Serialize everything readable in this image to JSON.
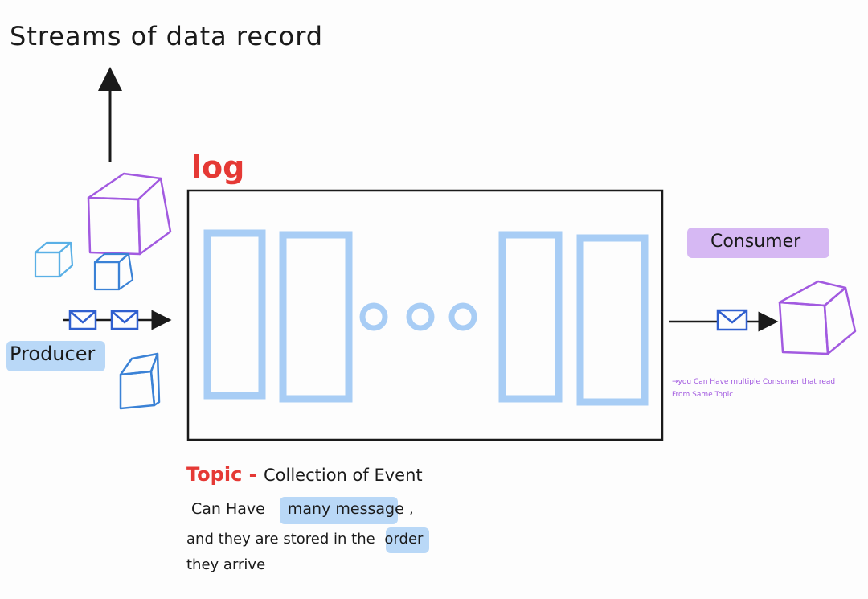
{
  "diagram": {
    "heading": "Streams of data record",
    "log_label": "log",
    "producer_label": "Producer",
    "consumer_label": "Consumer",
    "consumer_note_line1": "→you Can Have multiple Consumer that read",
    "consumer_note_line2": "From Same Topic",
    "topic_term": "Topic",
    "topic_dash": " - ",
    "topic_definition": "Collection of Event",
    "line2_prefix": "Can Have",
    "line2_highlight": "many message",
    "line2_suffix": ",",
    "line3_prefix": "and they are stored in the",
    "line3_highlight": "order",
    "line4": "they arrive",
    "colors": {
      "ink": "#1a1a1a",
      "red": "#e53935",
      "blue": "#3b82d6",
      "light_blue": "#a8cdf5",
      "highlight_blue": "#b9d8f7",
      "purple": "#a25ae0",
      "lavender": "#d6b8f3"
    },
    "icons": [
      "cube-icon",
      "envelope-icon",
      "arrow-icon",
      "circle-icon"
    ]
  }
}
